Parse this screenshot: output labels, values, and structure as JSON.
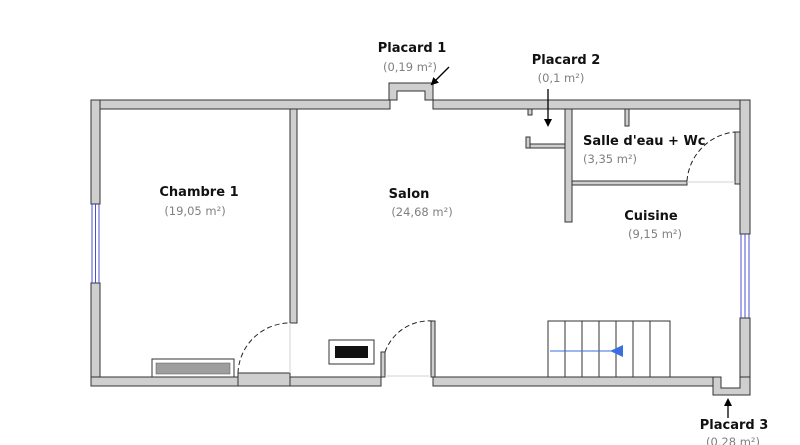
{
  "colors": {
    "wall_fill": "#cfcfcf",
    "wall_stroke": "#333333",
    "window": "#4b4fd1",
    "stair_arrow": "#3a6fe0",
    "label": "#111111",
    "area": "#808080"
  },
  "icons": [
    "radiator-icon",
    "fireplace-icon",
    "stairs-icon",
    "door-swing-icon",
    "pointer-arrow-icon"
  ],
  "rooms": [
    {
      "name": "Chambre 1",
      "area": "(19,05 m²)"
    },
    {
      "name": "Salon",
      "area": "(24,68 m²)"
    },
    {
      "name": "Salle d'eau + Wc",
      "area": "(3,35 m²)"
    },
    {
      "name": "Cuisine",
      "area": "(9,15 m²)"
    },
    {
      "name": "Placard 1",
      "area": "(0,19 m²)"
    },
    {
      "name": "Placard 2",
      "area": "(0,1 m²)"
    },
    {
      "name": "Placard 3",
      "area": "(0,28 m²)"
    }
  ]
}
